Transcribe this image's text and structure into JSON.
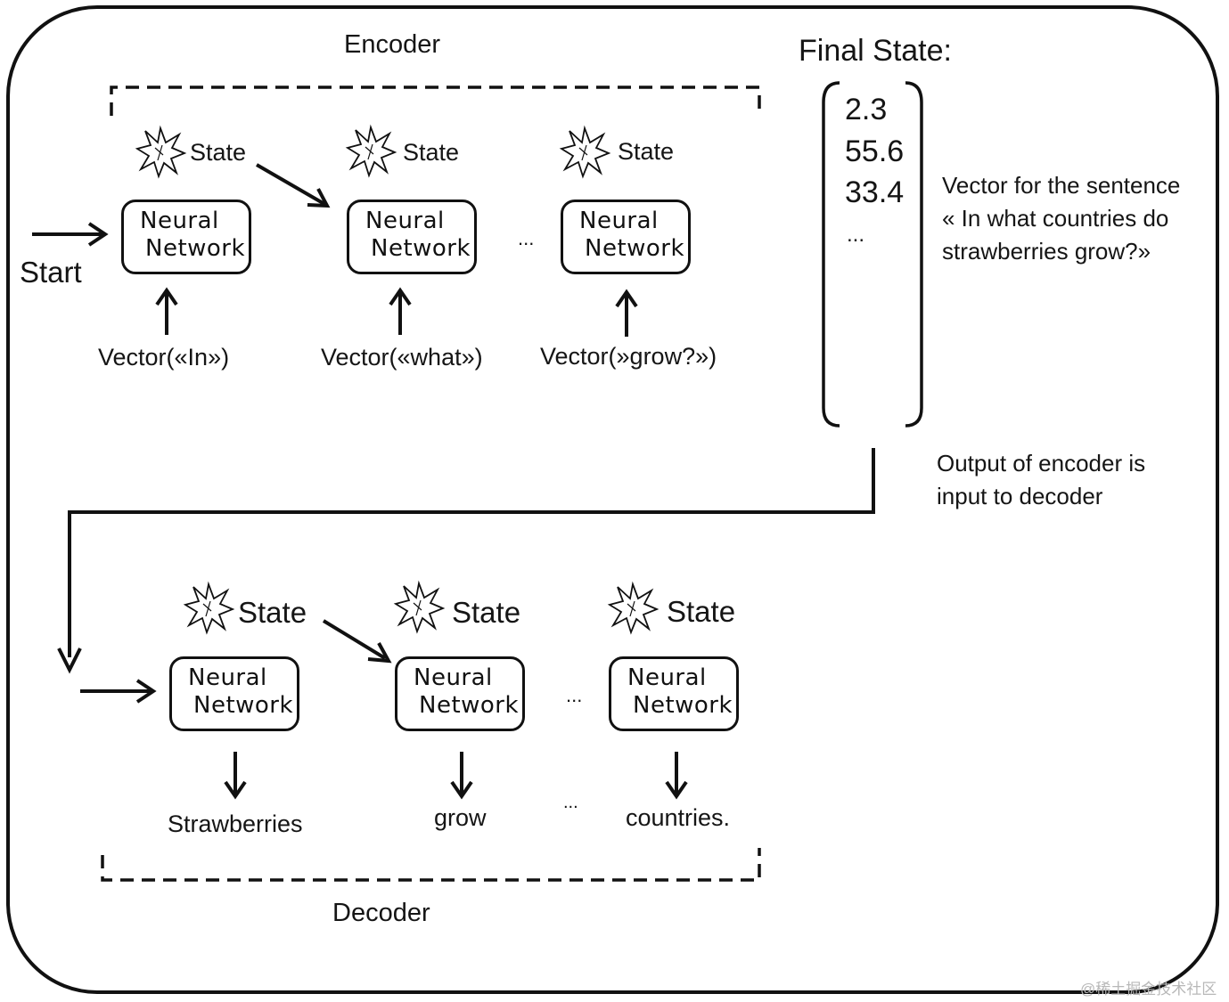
{
  "encoder": {
    "title": "Encoder",
    "start_label": "Start",
    "blocks": [
      {
        "state_label": "State",
        "node_line1": "Neural",
        "node_line2": "Network",
        "input_label": "Vector(«In»)"
      },
      {
        "state_label": "State",
        "node_line1": "Neural",
        "node_line2": "Network",
        "input_label": "Vector(«what»)"
      },
      {
        "state_label": "State",
        "node_line1": "Neural",
        "node_line2": "Network",
        "input_label": "Vector(»grow?»)"
      }
    ],
    "ellipsis": "..."
  },
  "final_state": {
    "title": "Final State:",
    "values": [
      "2.3",
      "55.6",
      "33.4",
      "..."
    ],
    "description_lines": [
      "Vector for the sentence",
      "« In what countries do",
      "strawberries grow?»"
    ]
  },
  "connector": {
    "caption_lines": [
      "Output of encoder is",
      "input to decoder"
    ]
  },
  "decoder": {
    "title": "Decoder",
    "blocks": [
      {
        "state_label": "State",
        "node_line1": "Neural",
        "node_line2": "Network",
        "output_label": "Strawberries"
      },
      {
        "state_label": "State",
        "node_line1": "Neural",
        "node_line2": "Network",
        "output_label": "grow"
      },
      {
        "state_label": "State",
        "node_line1": "Neural",
        "node_line2": "Network",
        "output_label": "countries."
      }
    ],
    "ellipsis": "...",
    "output_ellipsis": "..."
  },
  "watermark": "@稀土掘金技术社区",
  "icons": {
    "state": "starburst-icon",
    "arrow": "arrow-icon"
  },
  "colors": {
    "ink": "#111111",
    "background": "#ffffff",
    "watermark": "#b8b8b8"
  }
}
